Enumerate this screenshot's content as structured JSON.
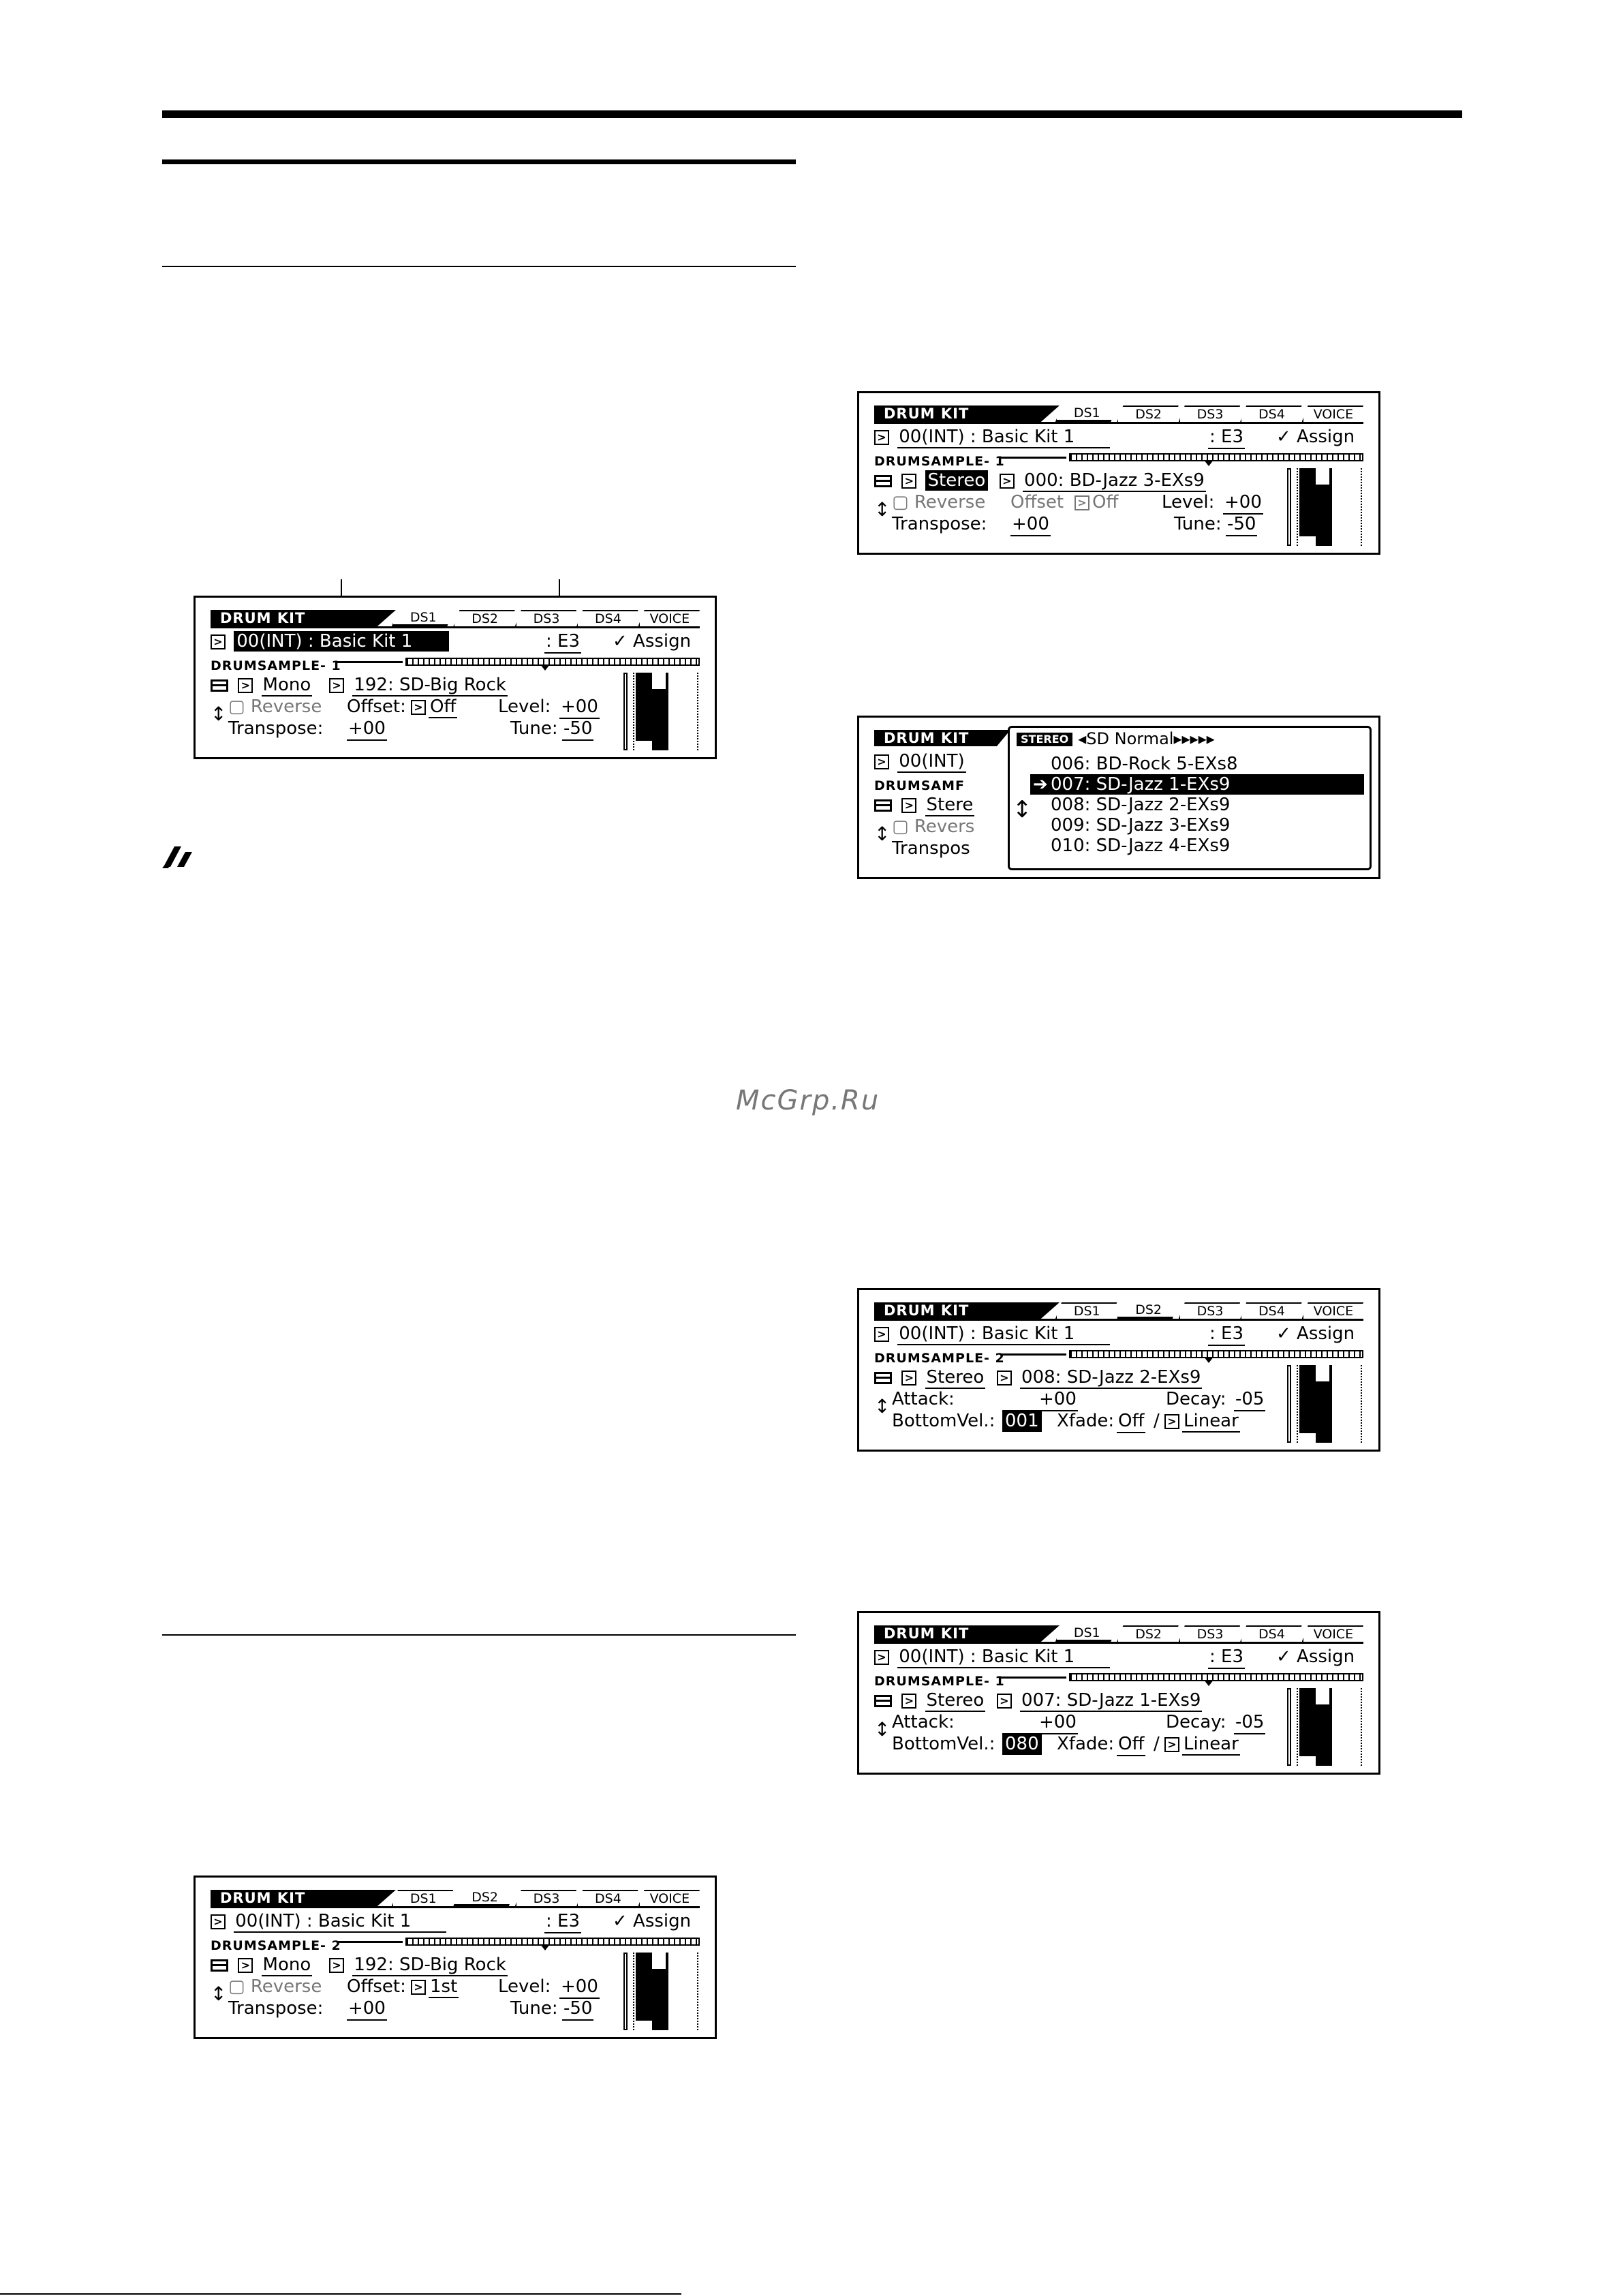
{
  "watermark": "McGrp.Ru",
  "screens": [
    {
      "title": "DRUM KIT",
      "tabs": [
        "DS1",
        "DS2",
        "DS3",
        "DS4",
        "VOICE"
      ],
      "active_tab": 0,
      "kit": "00(INT)",
      "kit_name": ": Basic Kit 1",
      "key": ": E3",
      "assign": "✓ Assign",
      "section": "DRUMSAMPLE- 1",
      "mode": "Mono",
      "sample": "192: SD-Big Rock",
      "reverse": "Reverse",
      "offset_label": "Offset:",
      "offset_val": "Off",
      "level_label": "Level:",
      "level_val": "+00",
      "transpose_label": "Transpose:",
      "transpose_val": "+00",
      "tune_label": "Tune:",
      "tune_val": "-50"
    },
    {
      "title": "DRUM KIT",
      "tabs": [
        "DS1",
        "DS2",
        "DS3",
        "DS4",
        "VOICE"
      ],
      "active_tab": 1,
      "kit": "00(INT)",
      "kit_name": ": Basic Kit 1",
      "key": ": E3",
      "assign": "✓ Assign",
      "section": "DRUMSAMPLE- 2",
      "mode": "Mono",
      "sample": "192: SD-Big Rock",
      "reverse": "Reverse",
      "offset_label": "Offset:",
      "offset_val": "1st",
      "level_label": "Level:",
      "level_val": "+00",
      "transpose_label": "Transpose:",
      "transpose_val": "+00",
      "tune_label": "Tune:",
      "tune_val": "-50"
    },
    {
      "title": "DRUM KIT",
      "tabs": [
        "DS1",
        "DS2",
        "DS3",
        "DS4",
        "VOICE"
      ],
      "active_tab": 0,
      "kit": "00(INT)",
      "kit_name": ": Basic Kit 1",
      "key": ": E3",
      "assign": "✓ Assign",
      "section": "DRUMSAMPLE- 1",
      "mode": "Stereo",
      "sample": "000: BD-Jazz 3-EXs9",
      "reverse": "Reverse",
      "offset_label": "Offset",
      "offset_val": "Off",
      "level_label": "Level:",
      "level_val": "+00",
      "transpose_label": "Transpose:",
      "transpose_val": "+00",
      "tune_label": "Tune:",
      "tune_val": "-50"
    },
    {
      "title": "DRUM KIT",
      "kit": "00(INT)",
      "section_short": "DRUMSAMF",
      "mode_short": "Stere",
      "reverse_short": "Revers",
      "transpose_short": "Transpos",
      "popup_badge": "STEREO",
      "popup_title": "◂SD Normal▸▸▸▸▸",
      "popup_items": [
        "006: BD-Rock 5-EXs8",
        "007: SD-Jazz 1-EXs9",
        "008: SD-Jazz 2-EXs9",
        "009: SD-Jazz 3-EXs9",
        "010: SD-Jazz 4-EXs9"
      ],
      "popup_selected": 1
    },
    {
      "title": "DRUM KIT",
      "tabs": [
        "DS1",
        "DS2",
        "DS3",
        "DS4",
        "VOICE"
      ],
      "active_tab": 1,
      "kit": "00(INT)",
      "kit_name": ": Basic Kit 1",
      "key": ": E3",
      "assign": "✓ Assign",
      "section": "DRUMSAMPLE- 2",
      "mode": "Stereo",
      "sample": "008: SD-Jazz 2-EXs9",
      "attack_label": "Attack:",
      "attack_val": "+00",
      "decay_label": "Decay:",
      "decay_val": "-05",
      "bottom_label": "BottomVel.:",
      "bottom_val": "001",
      "xfade_label": "Xfade:",
      "xfade_val": "Off",
      "curve_val": "Linear"
    },
    {
      "title": "DRUM KIT",
      "tabs": [
        "DS1",
        "DS2",
        "DS3",
        "DS4",
        "VOICE"
      ],
      "active_tab": 0,
      "kit": "00(INT)",
      "kit_name": ": Basic Kit 1",
      "key": ": E3",
      "assign": "✓ Assign",
      "section": "DRUMSAMPLE- 1",
      "mode": "Stereo",
      "sample": "007: SD-Jazz 1-EXs9",
      "attack_label": "Attack:",
      "attack_val": "+00",
      "decay_label": "Decay:",
      "decay_val": "-05",
      "bottom_label": "BottomVel.:",
      "bottom_val": "080",
      "xfade_label": "Xfade:",
      "xfade_val": "Off",
      "curve_val": "Linear"
    }
  ]
}
